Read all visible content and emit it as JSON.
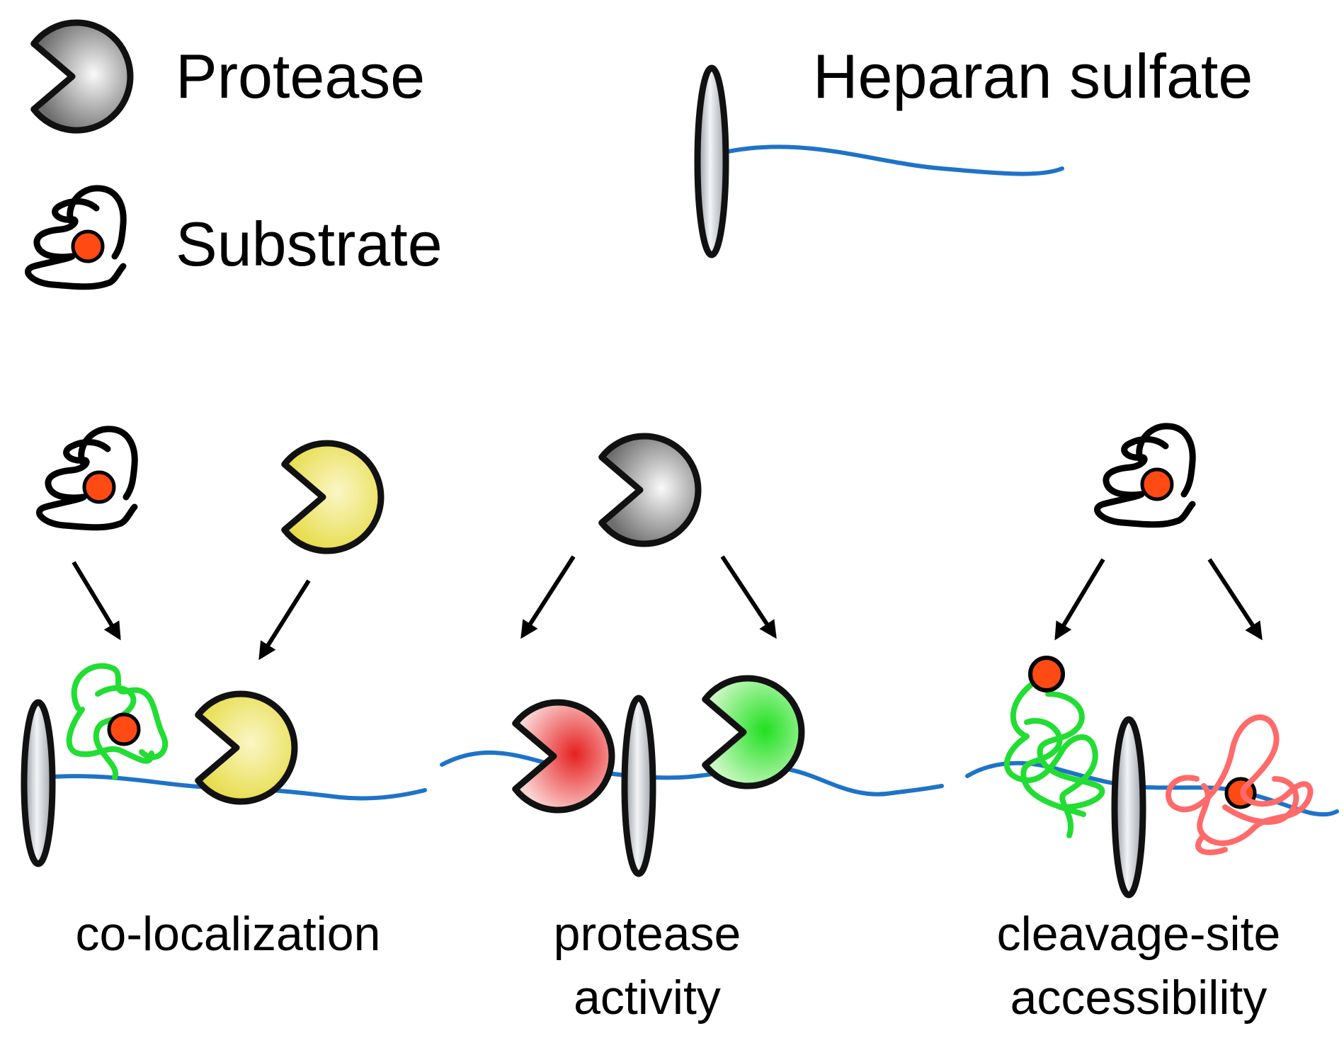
{
  "legend": {
    "protease": "Protease",
    "substrate": "Substrate",
    "heparan_sulfate": "Heparan sulfate"
  },
  "panels": [
    {
      "id": "co-localization",
      "lines": [
        "co-localization"
      ]
    },
    {
      "id": "protease-activity",
      "lines": [
        "protease",
        "activity"
      ]
    },
    {
      "id": "cleavage-site-accessibility",
      "lines": [
        "cleavage-site",
        "accessibility"
      ]
    }
  ],
  "icons": {
    "protease": "pacman-shape",
    "substrate": "coiled-chain-with-dot",
    "heparan_sulfate": "oval-core-with-chain"
  },
  "colors": {
    "gray_protease": "#7a7a7a",
    "yellow_protease": "#e8e050",
    "red_protease": "#f05a5a",
    "green_protease": "#33dd33",
    "substrate_chain": "#000000",
    "substrate_dot": "#ff4a14",
    "green_substrate": "#22dd33",
    "red_substrate": "#ff6a6a",
    "hs_chain": "#1e73c8",
    "core_protein": "#c8ccd2",
    "outline": "#111111"
  }
}
